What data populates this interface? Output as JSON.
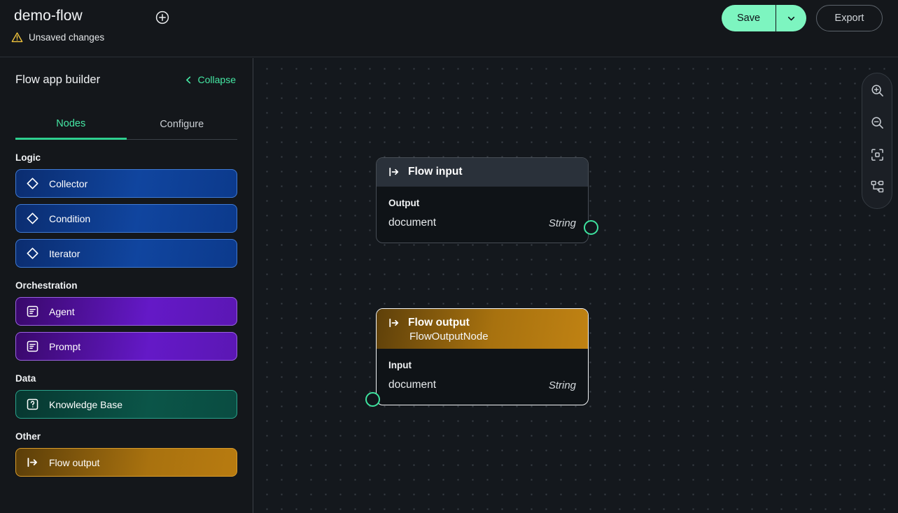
{
  "header": {
    "flow_title": "demo-flow",
    "add_icon": "plus-circle-icon",
    "status": {
      "icon": "warning-triangle-icon",
      "text": "Unsaved changes"
    },
    "save_label": "Save",
    "save_caret_icon": "chevron-down-icon",
    "export_label": "Export",
    "accent_color": "#7df5c0"
  },
  "sidebar": {
    "title": "Flow app builder",
    "collapse_label": "Collapse",
    "collapse_icon": "chevron-left-icon",
    "accent_color": "#45e8a4",
    "tabs": [
      {
        "label": "Nodes",
        "active": true
      },
      {
        "label": "Configure",
        "active": false
      }
    ],
    "groups": [
      {
        "label": "Logic",
        "style": "logic",
        "items": [
          {
            "label": "Collector",
            "icon": "diamond-icon"
          },
          {
            "label": "Condition",
            "icon": "diamond-icon"
          },
          {
            "label": "Iterator",
            "icon": "diamond-icon"
          }
        ]
      },
      {
        "label": "Orchestration",
        "style": "orch",
        "items": [
          {
            "label": "Agent",
            "icon": "document-lines-icon"
          },
          {
            "label": "Prompt",
            "icon": "document-lines-icon"
          }
        ]
      },
      {
        "label": "Data",
        "style": "data",
        "items": [
          {
            "label": "Knowledge Base",
            "icon": "question-square-icon"
          }
        ]
      },
      {
        "label": "Other",
        "style": "other",
        "items": [
          {
            "label": "Flow output",
            "icon": "flow-arrow-icon"
          }
        ]
      }
    ]
  },
  "canvas": {
    "nodes": [
      {
        "id": "flow-input",
        "title": "Flow input",
        "subtitle": "",
        "icon": "flow-arrow-icon",
        "section_label": "Output",
        "port_name": "document",
        "port_type": "String",
        "port_side": "right",
        "selected": false,
        "header_color": "#2a313a"
      },
      {
        "id": "flow-output",
        "title": "Flow output",
        "subtitle": "FlowOutputNode",
        "icon": "flow-arrow-icon",
        "section_label": "Input",
        "port_name": "document",
        "port_type": "String",
        "port_side": "left",
        "selected": true,
        "header_color": "#a8720f"
      }
    ],
    "port_color": "#3ee39f",
    "toolbar": [
      {
        "icon": "zoom-in-icon"
      },
      {
        "icon": "zoom-out-icon"
      },
      {
        "icon": "fit-to-screen-icon"
      },
      {
        "icon": "auto-layout-icon"
      }
    ]
  }
}
